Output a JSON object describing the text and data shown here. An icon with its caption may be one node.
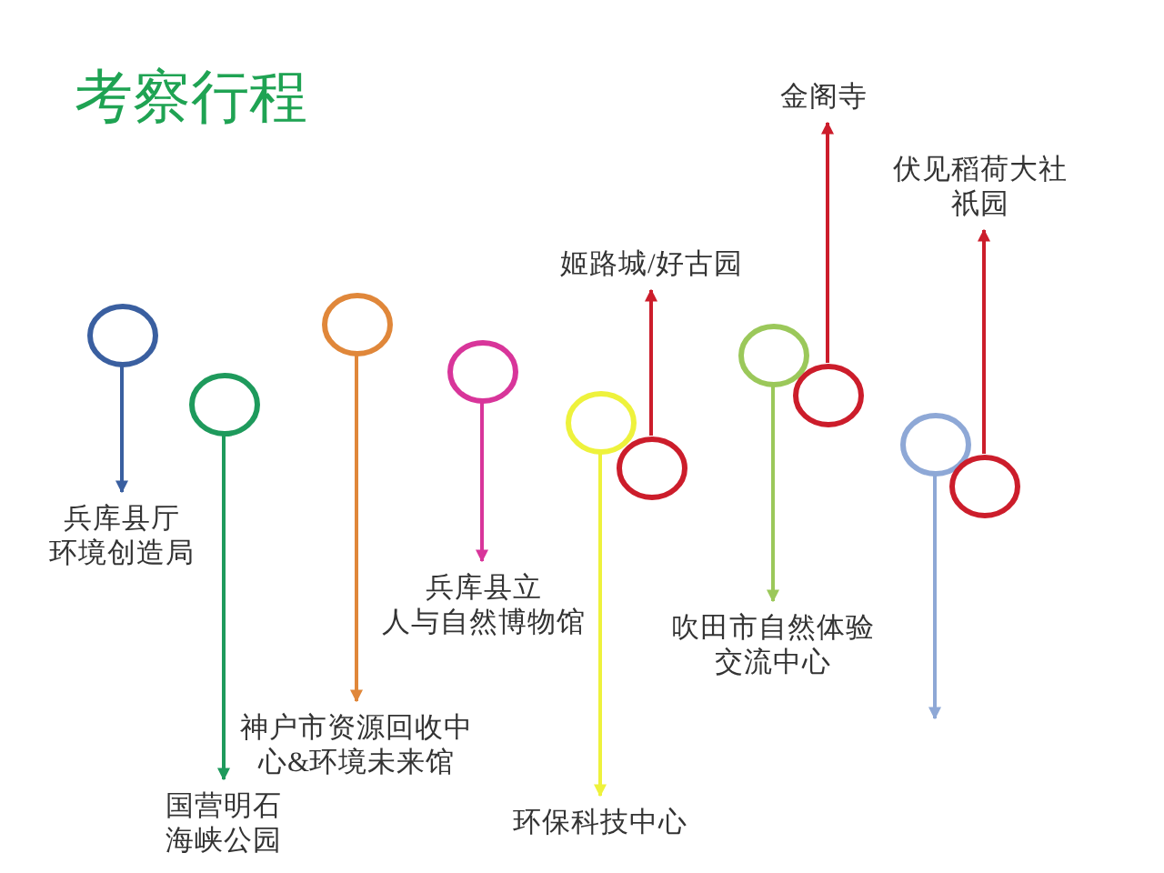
{
  "diagram": {
    "title": "考察行程",
    "nodes": [
      {
        "text": [],
        "shape": "circle"
      },
      {
        "text": [
          "兵库县厅环境创造局"
        ]
      },
      {
        "text": [],
        "shape": "circle"
      },
      {
        "text": [
          "国营明石海峡公园"
        ]
      },
      {
        "text": [],
        "shape": "circle"
      },
      {
        "text": [
          "神户市资源回收中心&环境未来馆"
        ]
      },
      {
        "text": [],
        "shape": "circle"
      },
      {
        "text": [
          "兵库县立人与自然博物馆"
        ]
      },
      {
        "text": [],
        "shape": "circle"
      },
      {
        "text": [
          "环保科技中心"
        ]
      },
      {
        "text": [],
        "shape": "circle"
      },
      {
        "text": [
          "姬路城/好古园"
        ]
      },
      {
        "text": [],
        "shape": "circle"
      },
      {
        "text": [
          "吹田市自然体验交流中心"
        ]
      },
      {
        "text": [],
        "shape": "circle"
      },
      {
        "text": [
          "金阁寺"
        ]
      },
      {
        "text": [],
        "shape": "circle"
      },
      {
        "text": [],
        "shape": "circle"
      },
      {
        "text": [
          "伏见稻荷大社",
          "祇园"
        ]
      }
    ],
    "edges": [
      {
        "from": 0,
        "to": 1,
        "arrow": "to",
        "color": "#3a5fa0"
      },
      {
        "from": 2,
        "to": 3,
        "arrow": "to",
        "color": "#1e9a5c"
      },
      {
        "from": 4,
        "to": 5,
        "arrow": "to",
        "color": "#e0873a"
      },
      {
        "from": 6,
        "to": 7,
        "arrow": "to",
        "color": "#d8359a"
      },
      {
        "from": 8,
        "to": 9,
        "arrow": "to",
        "color": "#eef23c"
      },
      {
        "from": 10,
        "to": 11,
        "arrow": "to",
        "color": "#cc1d2b"
      },
      {
        "from": 12,
        "to": 13,
        "arrow": "to",
        "color": "#9bc85a"
      },
      {
        "from": 14,
        "to": 15,
        "arrow": "to",
        "color": "#cc1d2b"
      },
      {
        "from": 16,
        "to": null,
        "arrow": "to",
        "color": "#8ea8d6"
      },
      {
        "from": 17,
        "to": 18,
        "arrow": "to",
        "color": "#cc1d2b"
      }
    ]
  }
}
